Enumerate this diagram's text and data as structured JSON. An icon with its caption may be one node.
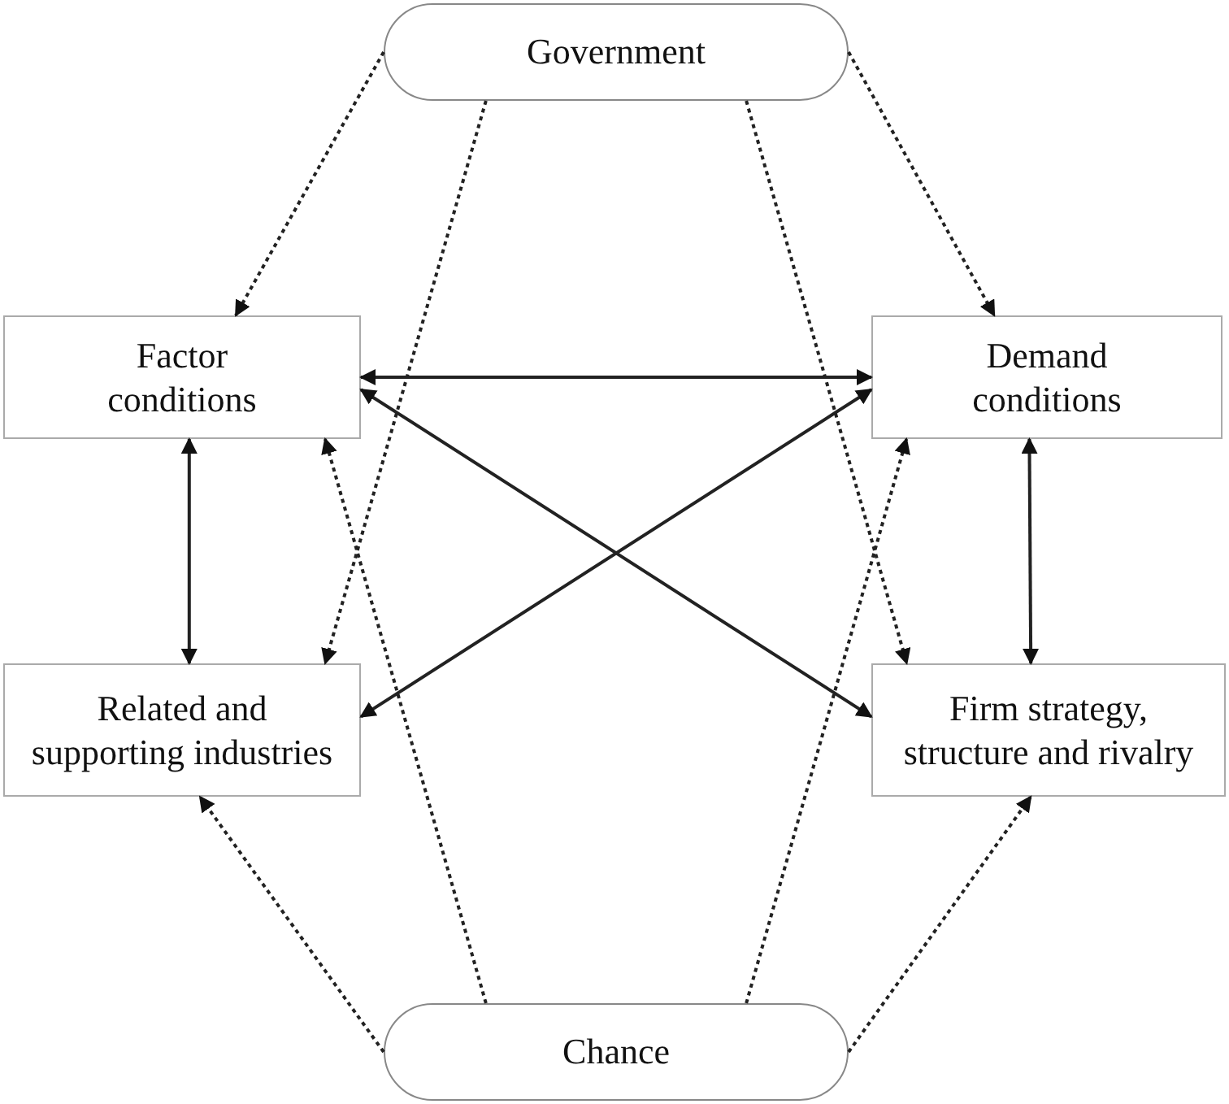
{
  "diagram": {
    "nodes": [
      {
        "text": [
          "Government"
        ]
      },
      {
        "text": [
          "Factor conditions"
        ]
      },
      {
        "text": [
          "Demand conditions"
        ]
      },
      {
        "text": [
          "Related and supporting industries"
        ]
      },
      {
        "text": [
          "Firm strategy, structure and rivalry"
        ]
      },
      {
        "text": [
          "Chance"
        ]
      }
    ],
    "edges": [
      {
        "from": 1,
        "to": 2,
        "arrow": "both"
      },
      {
        "from": 1,
        "to": 3,
        "arrow": "both"
      },
      {
        "from": 2,
        "to": 4,
        "arrow": "both"
      },
      {
        "from": 1,
        "to": 4,
        "arrow": "both"
      },
      {
        "from": 2,
        "to": 3,
        "arrow": "both"
      },
      {
        "from": 0,
        "to": 1,
        "arrow": "to",
        "style": "dashed"
      },
      {
        "from": 0,
        "to": 3,
        "arrow": "to",
        "style": "dashed"
      },
      {
        "from": 0,
        "to": 4,
        "arrow": "to",
        "style": "dashed"
      },
      {
        "from": 0,
        "to": 2,
        "arrow": "to",
        "style": "dashed"
      },
      {
        "from": 5,
        "to": 3,
        "arrow": "to",
        "style": "dashed"
      },
      {
        "from": 5,
        "to": 1,
        "arrow": "to",
        "style": "dashed"
      },
      {
        "from": 5,
        "to": 2,
        "arrow": "to",
        "style": "dashed"
      },
      {
        "from": 5,
        "to": 4,
        "arrow": "to",
        "style": "dashed"
      }
    ]
  }
}
